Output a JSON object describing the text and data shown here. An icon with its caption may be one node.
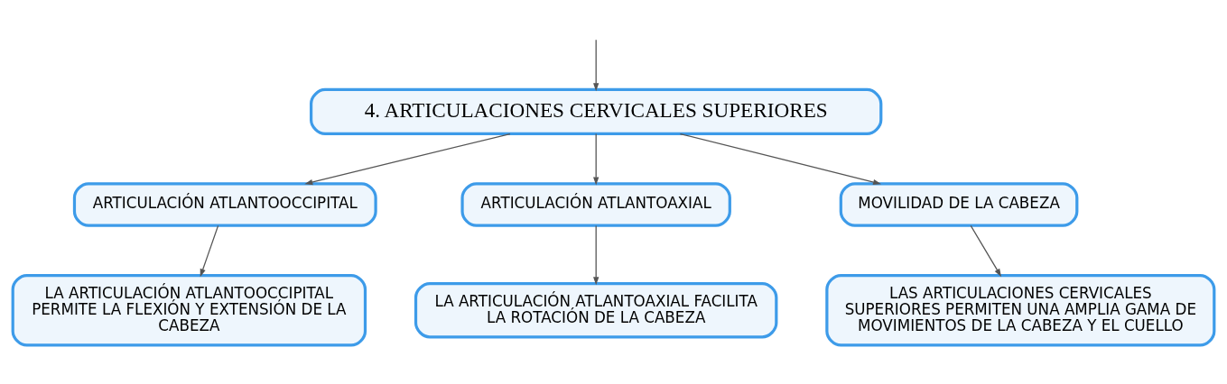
{
  "diagram": {
    "nodes": [
      {
        "text": [
          "4. ARTICULACIONES CERVICALES SUPERIORES"
        ]
      },
      {
        "text": [
          "ARTICULACIÓN ATLANTOOCCIPITAL"
        ]
      },
      {
        "text": [
          "ARTICULACIÓN ATLANTOAXIAL"
        ]
      },
      {
        "text": [
          "MOVILIDAD DE LA CABEZA"
        ]
      },
      {
        "text": [
          "LA ARTICULACIÓN ATLANTOOCCIPITAL PERMITE LA FLEXIÓN Y EXTENSIÓN DE LA CABEZA"
        ]
      },
      {
        "text": [
          "LA ARTICULACIÓN ATLANTOAXIAL FACILITA LA ROTACIÓN DE LA CABEZA"
        ]
      },
      {
        "text": [
          "LAS ARTICULACIONES CERVICALES SUPERIORES PERMITEN UNA AMPLIA GAMA DE MOVIMIENTOS DE LA CABEZA Y EL CUELLO"
        ]
      }
    ],
    "edges": [
      {
        "from": null,
        "to": 0,
        "arrow": "to"
      },
      {
        "from": 0,
        "to": 1,
        "arrow": "to"
      },
      {
        "from": 0,
        "to": 2,
        "arrow": "to"
      },
      {
        "from": 0,
        "to": 3,
        "arrow": "to"
      },
      {
        "from": 1,
        "to": 4,
        "arrow": "to"
      },
      {
        "from": 2,
        "to": 5,
        "arrow": "to"
      },
      {
        "from": 3,
        "to": 6,
        "arrow": "to"
      }
    ]
  }
}
